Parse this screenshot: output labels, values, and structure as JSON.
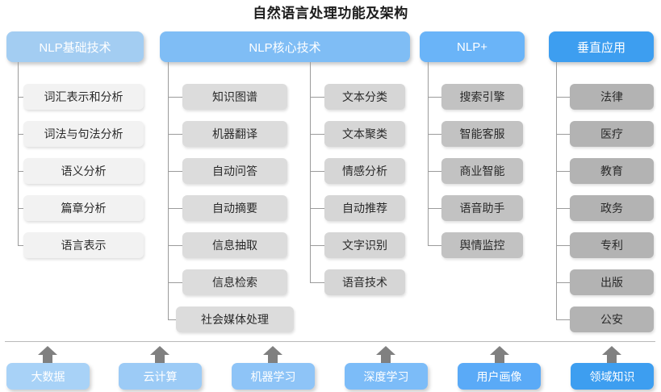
{
  "title": "自然语言处理功能及架构",
  "columns": [
    {
      "id": "nlp-basic",
      "header": "NLP基础技术",
      "header_color": "#a3cdf2",
      "node_color": "#f2f2f2",
      "items": [
        "词汇表示和分析",
        "词法与句法分析",
        "语义分析",
        "篇章分析",
        "语言表示"
      ]
    },
    {
      "id": "nlp-core",
      "header": "NLP核心技术",
      "header_color": "#7fbdf5",
      "node_color": "#dcdcdc",
      "items_left": [
        "知识图谱",
        "机器翻译",
        "自动问答",
        "自动摘要",
        "信息抽取",
        "信息检索",
        "社会媒体处理"
      ],
      "items_right": [
        "文本分类",
        "文本聚类",
        "情感分析",
        "自动推荐",
        "文字识别",
        "语音技术"
      ]
    },
    {
      "id": "nlp-plus",
      "header": "NLP+",
      "header_color": "#6ab4f8",
      "node_color": "#c2c2c2",
      "items": [
        "搜索引擎",
        "智能客服",
        "商业智能",
        "语音助手",
        "舆情监控"
      ]
    },
    {
      "id": "vertical-app",
      "header": "垂直应用",
      "header_color": "#3d9ef0",
      "node_color": "#b3b3b3",
      "items": [
        "法律",
        "医疗",
        "教育",
        "政务",
        "专利",
        "出版",
        "公安"
      ]
    }
  ],
  "foundation": {
    "items": [
      "大数据",
      "云计算",
      "机器学习",
      "深度学习",
      "用户画像",
      "领域知识"
    ],
    "arrow_color": "#808080"
  }
}
